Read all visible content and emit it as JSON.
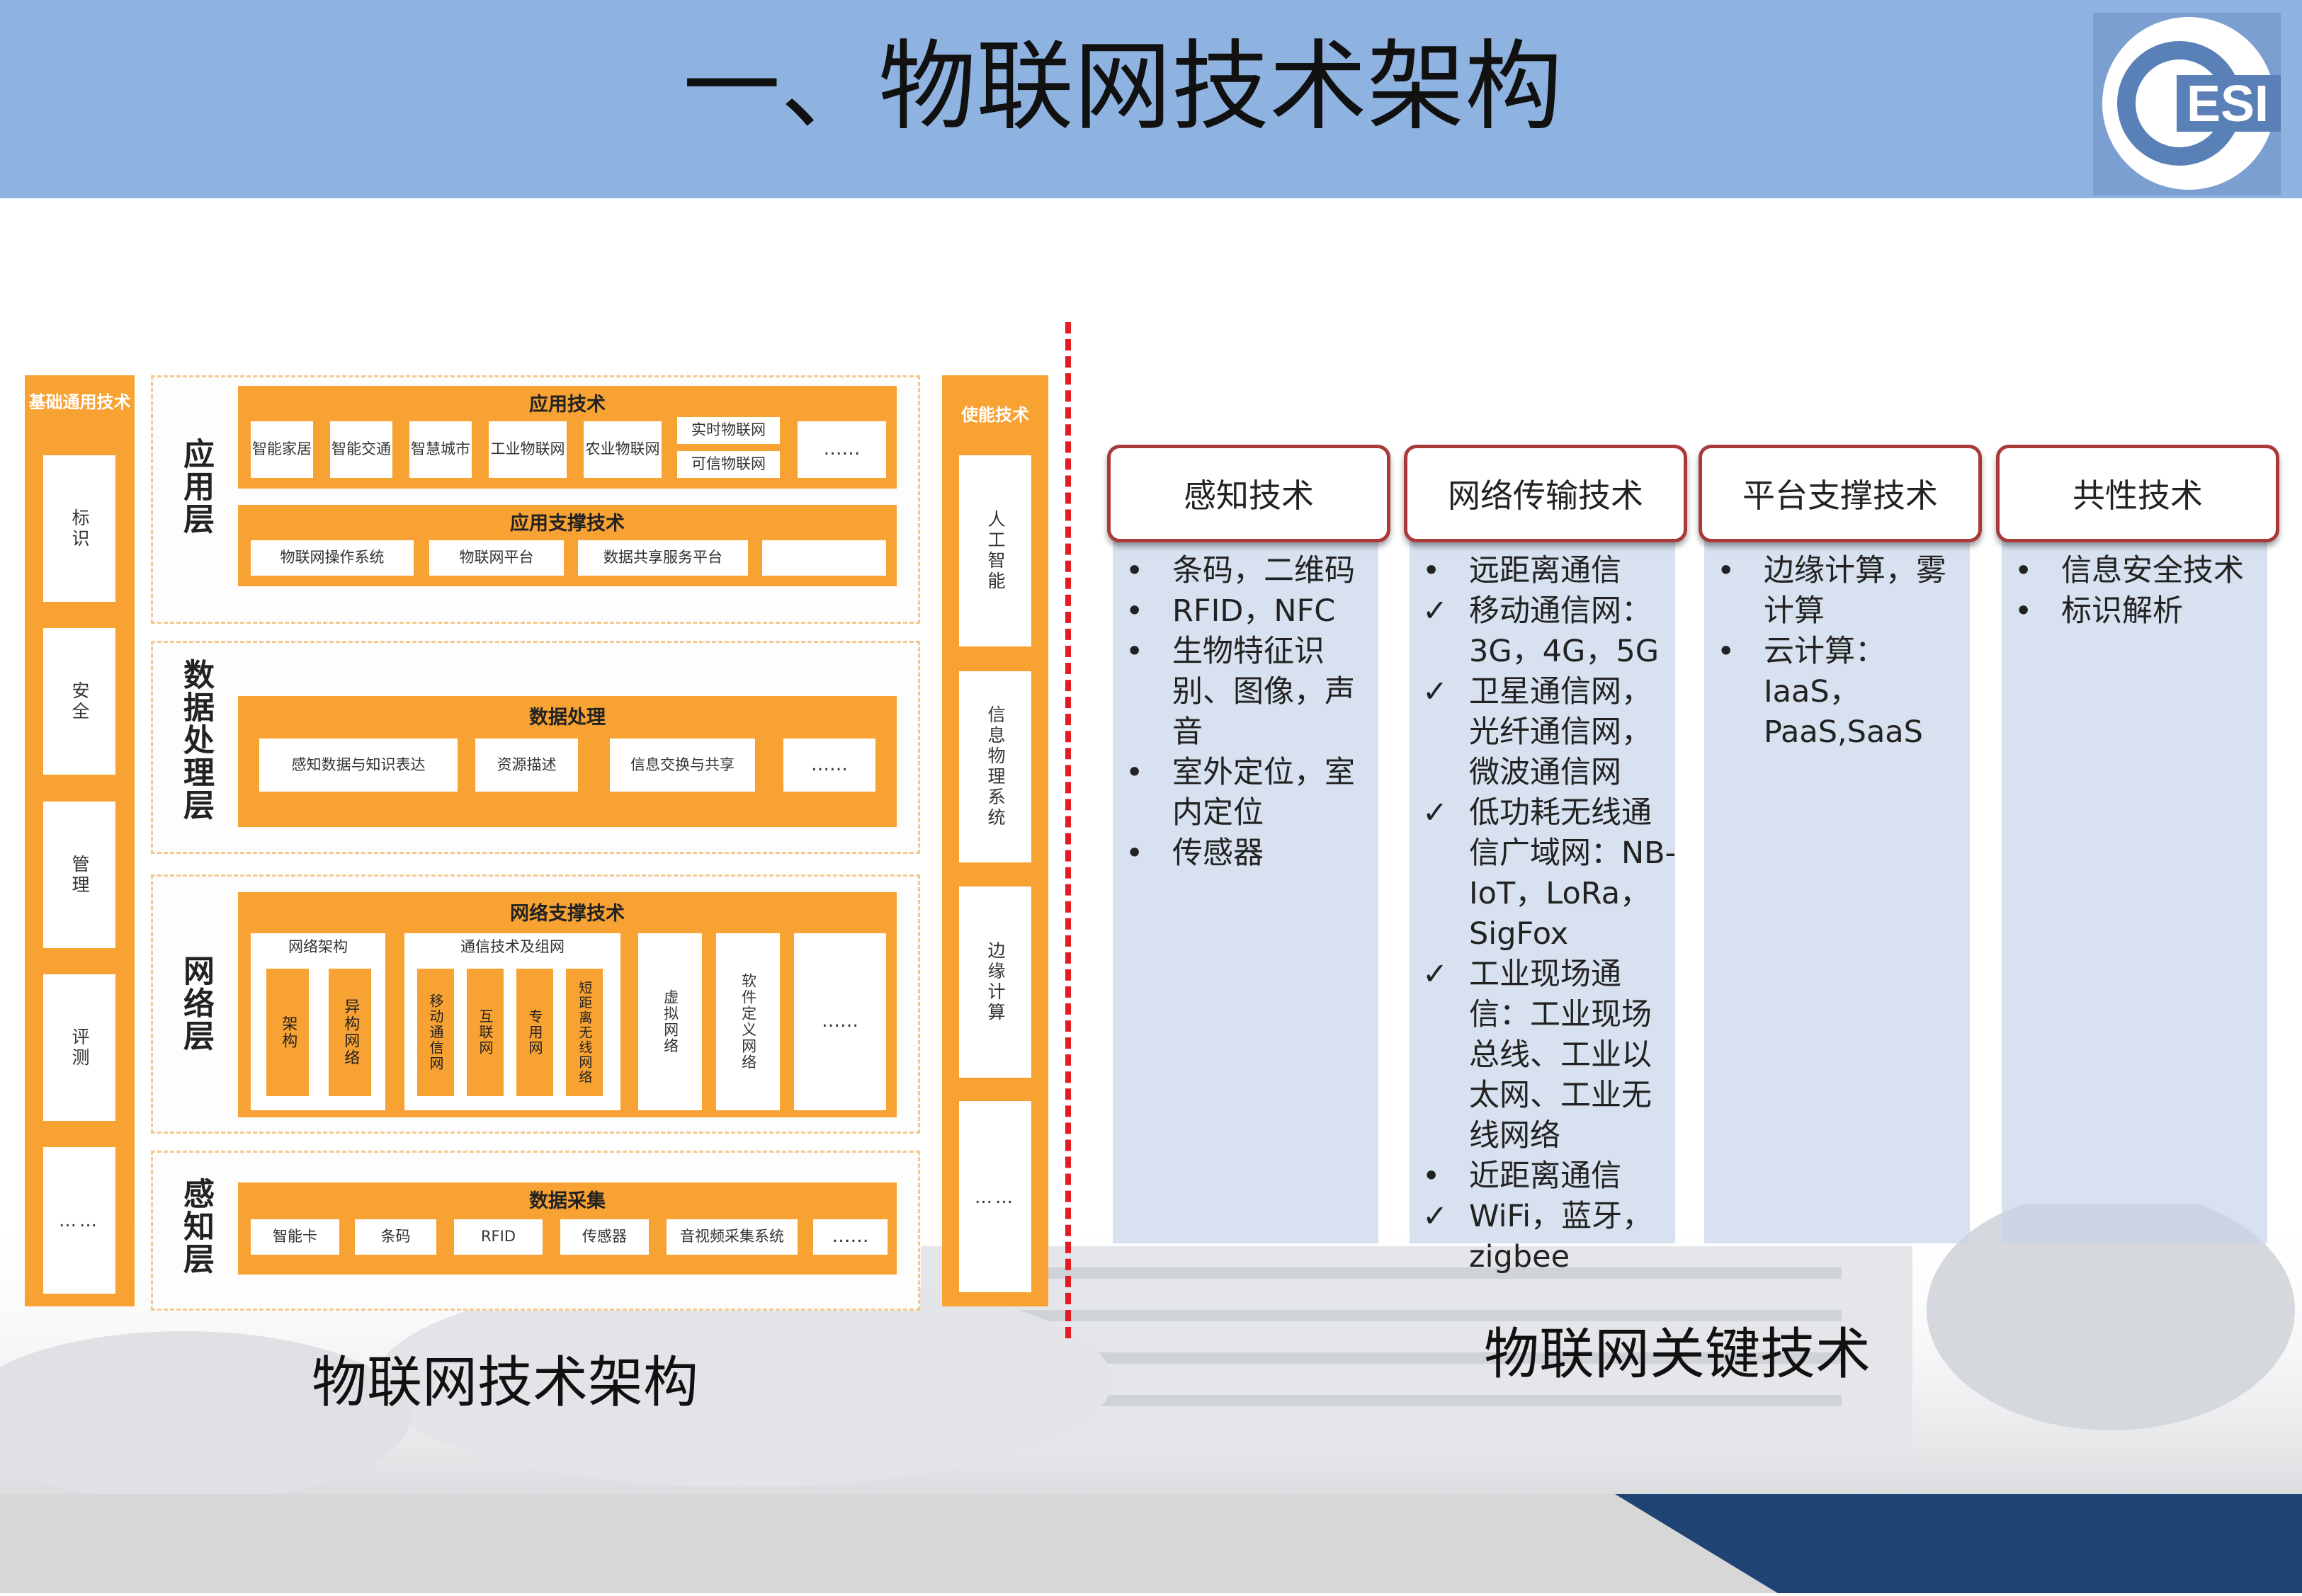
{
  "header": {
    "title": "一、物联网技术架构"
  },
  "logo": {
    "text": "ESI"
  },
  "architecture": {
    "left_column": {
      "header": "基础通用技术",
      "items": [
        "标识",
        "安全",
        "管理",
        "评测",
        "……"
      ]
    },
    "right_column": {
      "header": "使能技术",
      "items": [
        "人工智能",
        "信息物理系统",
        "边缘计算",
        "……"
      ]
    },
    "layers": {
      "application": {
        "label": "应用层",
        "tech": {
          "title": "应用技术",
          "items": [
            "智能家居",
            "智能交通",
            "智慧城市",
            "工业物联网",
            "农业物联网"
          ],
          "stacked": [
            "实时物联网",
            "可信物联网"
          ],
          "more": "……"
        },
        "support": {
          "title": "应用支撑技术",
          "items": [
            "物联网操作系统",
            "物联网平台",
            "数据共享服务平台",
            ""
          ]
        }
      },
      "data": {
        "label": "数据处理层",
        "box": {
          "title": "数据处理",
          "items": [
            "感知数据与知识表达",
            "资源描述",
            "信息交换与共享",
            "……"
          ]
        }
      },
      "network": {
        "label": "网络层",
        "box": {
          "title": "网络支撑技术",
          "arch_title": "网络架构",
          "arch_items": [
            "架构",
            "异构网络"
          ],
          "comm_title": "通信技术及组网",
          "comm_items": [
            "移动通信网",
            "互联网",
            "专用网",
            "短距离无线网络"
          ],
          "other_items": [
            "虚拟网络",
            "软件定义网络",
            "……"
          ]
        }
      },
      "sensing": {
        "label": "感知层",
        "box": {
          "title": "数据采集",
          "items": [
            "智能卡",
            "条码",
            "RFID",
            "传感器",
            "音视频采集系统",
            "……"
          ]
        }
      }
    },
    "caption": "物联网技术架构"
  },
  "key_tech": {
    "caption": "物联网关键技术",
    "columns": [
      {
        "title": "感知技术",
        "items": [
          {
            "mark": "•",
            "text": "条码，二维码"
          },
          {
            "mark": "•",
            "text": "RFID，NFC"
          },
          {
            "mark": "•",
            "text": "生物特征识别、图像，声音"
          },
          {
            "mark": "•",
            "text": "室外定位，室内定位"
          },
          {
            "mark": "•",
            "text": "传感器"
          }
        ]
      },
      {
        "title": "网络传输技术",
        "items": [
          {
            "mark": "•",
            "text": "远距离通信"
          },
          {
            "mark": "✓",
            "text": "移动通信网：3G，4G，5G"
          },
          {
            "mark": "✓",
            "text": "卫星通信网，光纤通信网，微波通信网"
          },
          {
            "mark": "✓",
            "text": "低功耗无线通信广域网：NB-IoT，LoRa，SigFox"
          },
          {
            "mark": "✓",
            "text": "工业现场通信：工业现场总线、工业以太网、工业无线网络"
          },
          {
            "mark": "•",
            "text": "近距离通信"
          },
          {
            "mark": "✓",
            "text": "WiFi，蓝牙，zigbee"
          }
        ]
      },
      {
        "title": "平台支撑技术",
        "items": [
          {
            "mark": "•",
            "text": "边缘计算，雾计算"
          },
          {
            "mark": "•",
            "text": "云计算：IaaS，PaaS,SaaS"
          }
        ]
      },
      {
        "title": "共性技术",
        "items": [
          {
            "mark": "•",
            "text": "信息安全技术"
          },
          {
            "mark": "•",
            "text": "标识解析"
          }
        ]
      }
    ]
  },
  "colors": {
    "header_blue": "#8fb3e1",
    "orange": "#f7a233",
    "divider_red": "#e31c23",
    "box_border": "#a83a3a",
    "footer_navy": "#1f4373"
  }
}
